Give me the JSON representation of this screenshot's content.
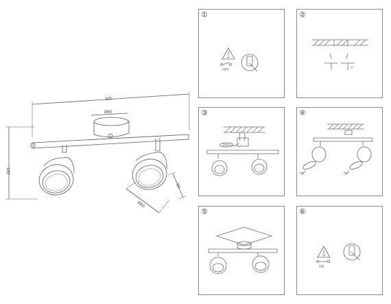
{
  "dimensions": {
    "width": "320",
    "height": "140",
    "canopy_diameter": "Ø60",
    "head_diameter": "Ø60",
    "head_depth": "60"
  },
  "steps": [
    {
      "number": "①",
      "switch_label": "OFF"
    },
    {
      "number": "②"
    },
    {
      "number": "③",
      "cable_label": "230V"
    },
    {
      "number": "④"
    },
    {
      "number": "⑤"
    },
    {
      "number": "⑥",
      "switch_label": "ON"
    }
  ]
}
